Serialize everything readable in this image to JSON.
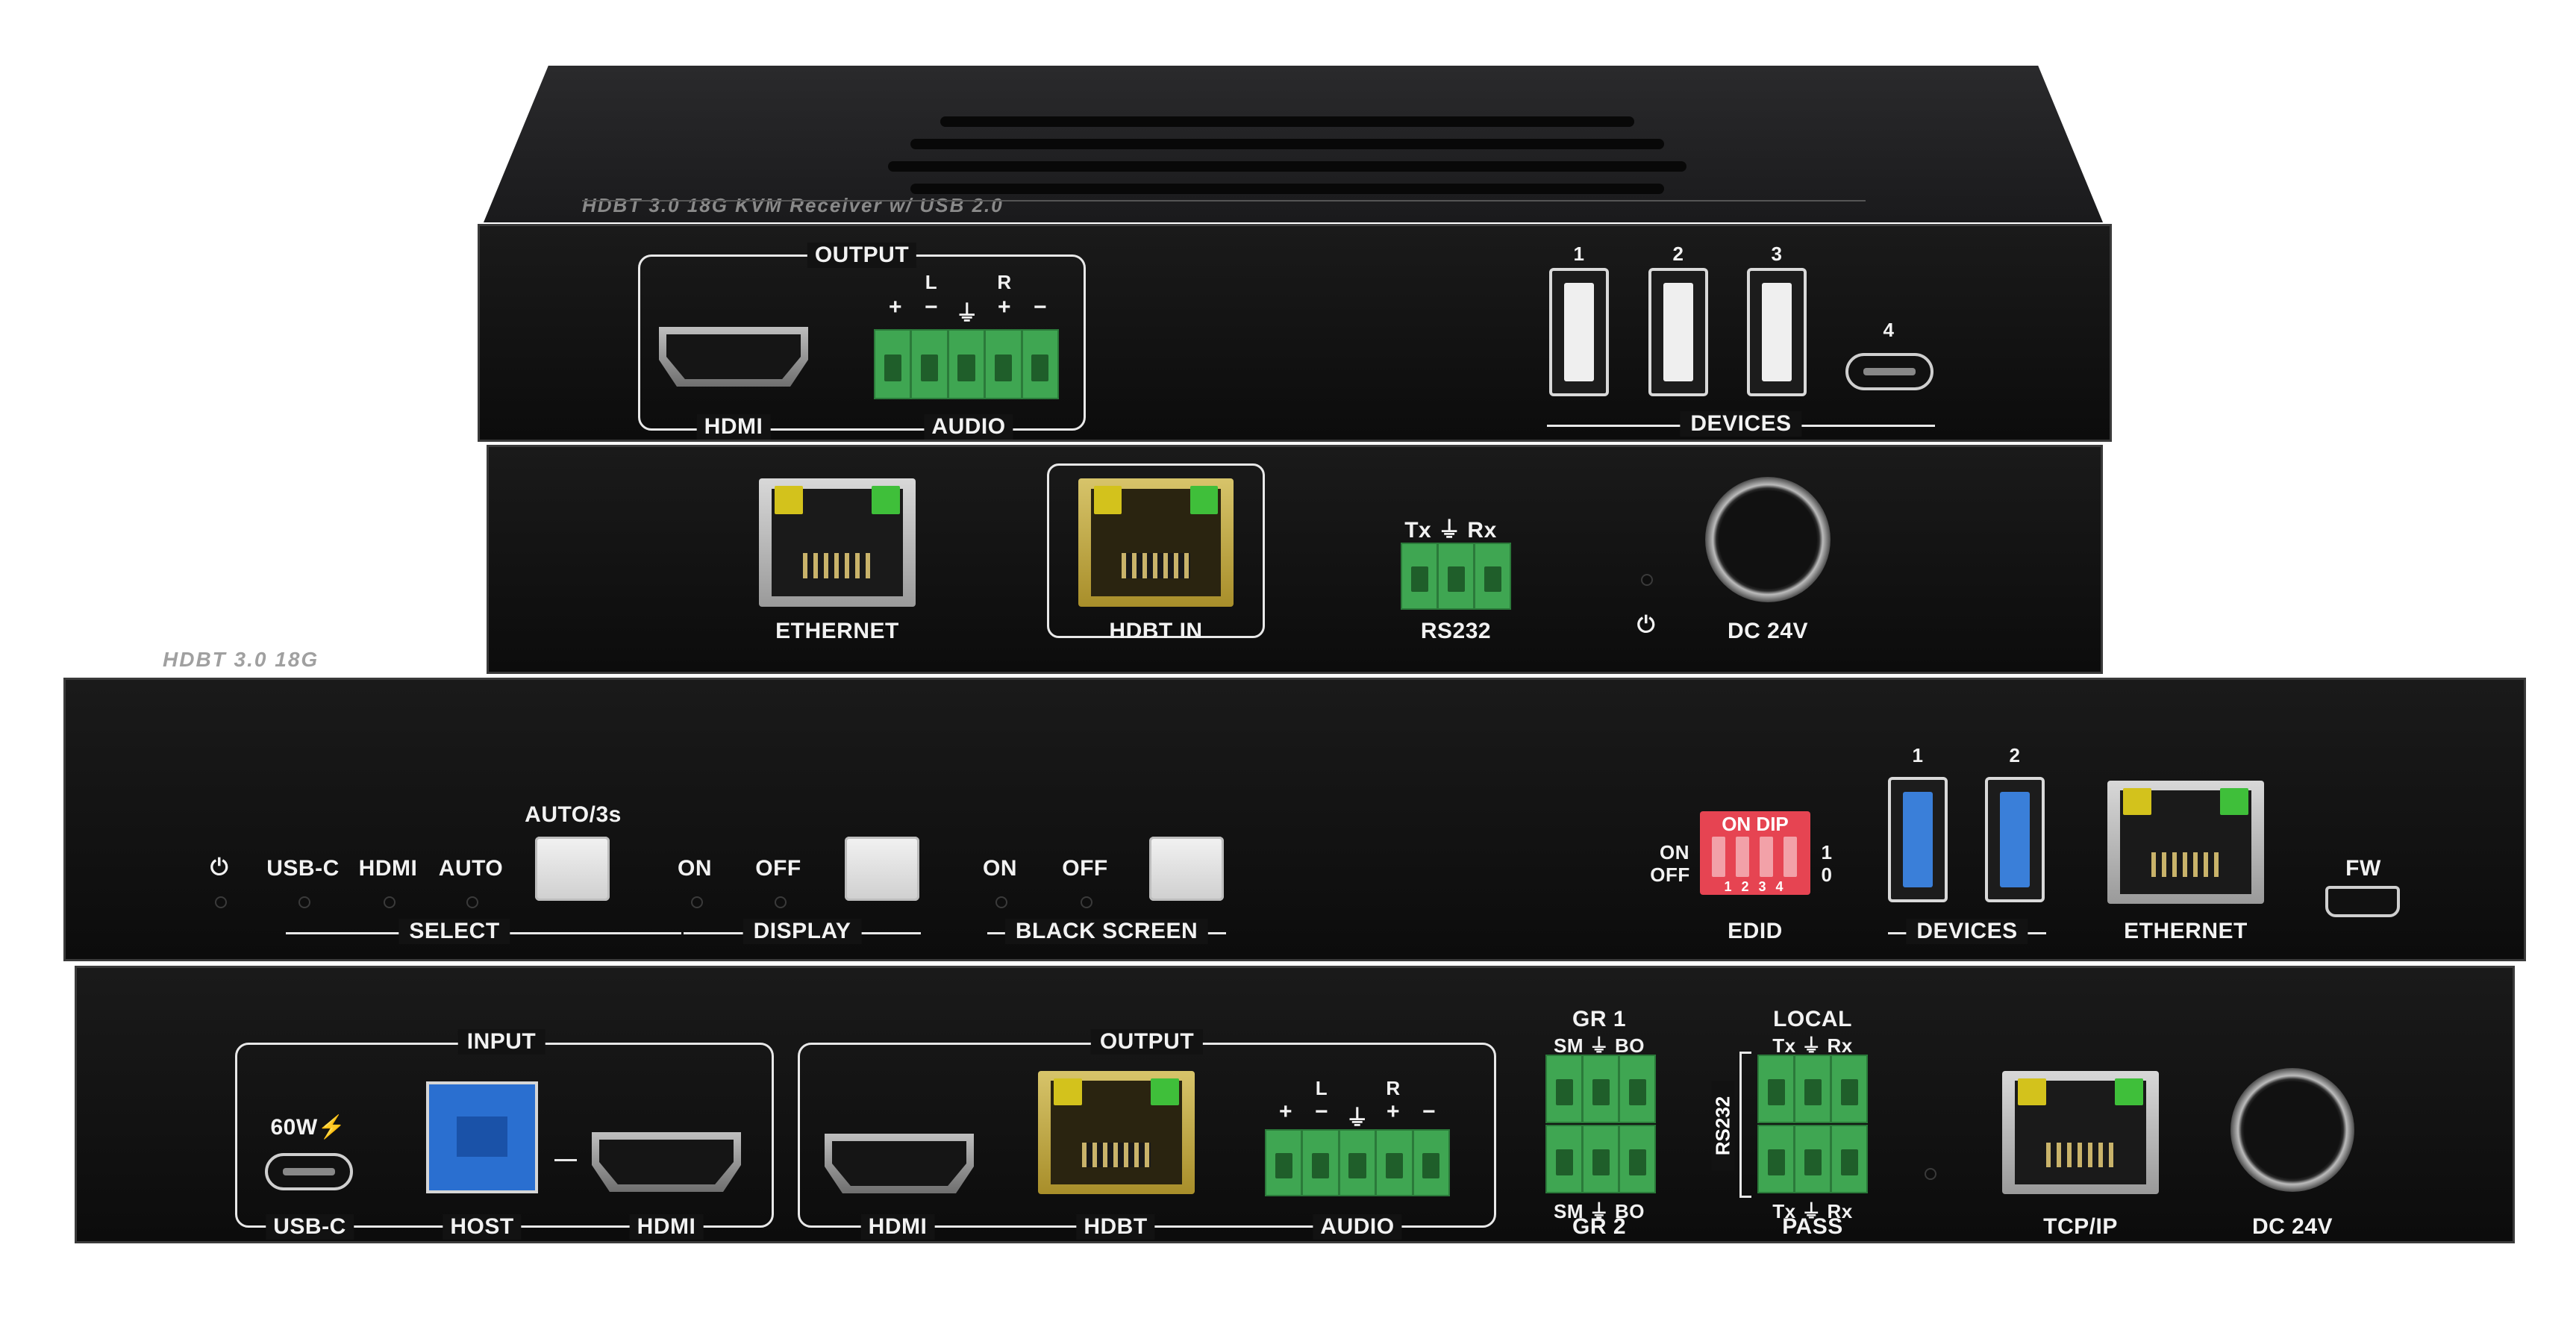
{
  "top_unit": {
    "model_text": "HDBT 3.0 18G KVM Receiver w/ USB 2.0",
    "output_box": "OUTPUT",
    "audio_marks": [
      "+",
      "−",
      "⏚",
      "+",
      "−"
    ],
    "audio_L": "L",
    "audio_R": "R",
    "hdmi_label": "HDMI",
    "audio_label": "AUDIO",
    "usb_numbers": [
      "1",
      "2",
      "3",
      "4"
    ],
    "devices_label": "DEVICES",
    "rear": {
      "ethernet_label": "ETHERNET",
      "hdbt_in_label": "HDBT IN",
      "rs232_pins": "Tx ⏚ Rx",
      "rs232_label": "RS232",
      "power_icon": "⏻",
      "dc_label": "DC 24V"
    }
  },
  "bottom_unit": {
    "model_text": "HDBT 3.0 18G",
    "front": {
      "power_icon": "⏻",
      "usbc": "USB-C",
      "hdmi": "HDMI",
      "auto": "AUTO",
      "auto3s": "AUTO/3s",
      "select": "SELECT",
      "display_on": "ON",
      "display_off": "OFF",
      "display": "DISPLAY",
      "black_on": "ON",
      "black_off": "OFF",
      "black_screen": "BLACK  SCREEN",
      "dip_on_dip": "ON DIP",
      "dip_on": "ON",
      "dip_off": "OFF",
      "dip_1": "1",
      "dip_0": "0",
      "dip_numbers": "1 2 3 4",
      "edid": "EDID",
      "usb_1": "1",
      "usb_2": "2",
      "devices": "DEVICES",
      "ethernet": "ETHERNET",
      "fw": "FW"
    },
    "rear": {
      "input": "INPUT",
      "watt": "60W⚡",
      "usbc": "USB-C",
      "host": "HOST",
      "hdmi_in": "HDMI",
      "output": "OUTPUT",
      "hdmi_out": "HDMI",
      "hdbt": "HDBT",
      "audio": "AUDIO",
      "audio_L": "L",
      "audio_R": "R",
      "audio_marks": [
        "+",
        "−",
        "⏚",
        "+",
        "−"
      ],
      "gr1": "GR 1",
      "gr_pins_top": "SM ⏚ BO",
      "gr_pins_bottom": "SM ⏚ BO",
      "gr2": "GR 2",
      "local": "LOCAL",
      "local_pins": "Tx ⏚ Rx",
      "rs232_vertical": "RS232",
      "pass_pins": "Tx ⏚ Rx",
      "pass": "PASS",
      "tcpip": "TCP/IP",
      "dc": "DC 24V"
    }
  }
}
